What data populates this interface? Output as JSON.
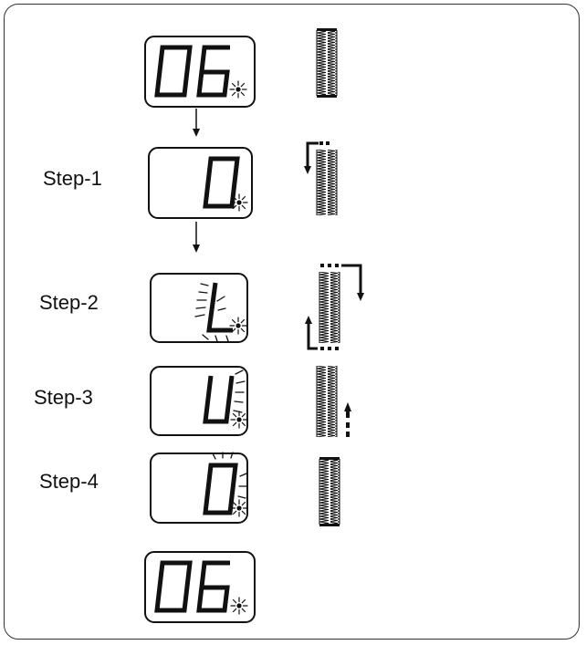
{
  "steps": [
    {
      "label": "Step-1"
    },
    {
      "label": "Step-2"
    },
    {
      "label": "Step-3"
    },
    {
      "label": "Step-4"
    }
  ],
  "displays": [
    {
      "id": "start",
      "digits": "06"
    },
    {
      "id": "step1",
      "digits": "0"
    },
    {
      "id": "step2",
      "digits": "L"
    },
    {
      "id": "step3",
      "digits": "U"
    },
    {
      "id": "step4",
      "digits": "0"
    },
    {
      "id": "end",
      "digits": "06"
    }
  ],
  "colors": {
    "ink": "#111111",
    "frame": "#333333",
    "background": "#ffffff"
  }
}
